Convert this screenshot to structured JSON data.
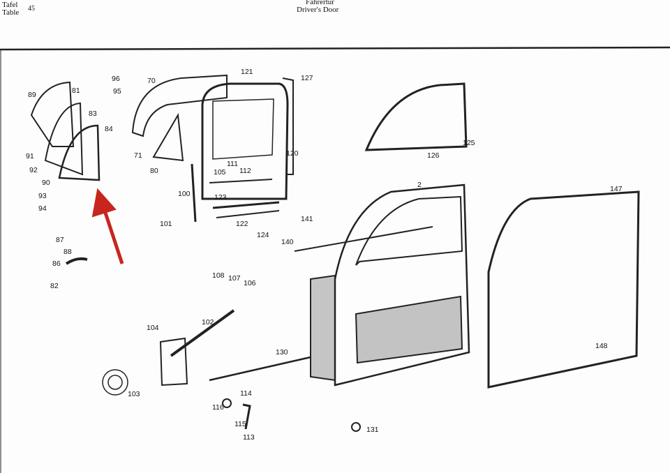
{
  "header": {
    "tafel": "Tafel",
    "table": "Table",
    "number": "45",
    "title_de": "Fahrertür",
    "title_en": "Driver's Door"
  },
  "accent_color": "#c8251f",
  "parts": [
    "89",
    "81",
    "96",
    "95",
    "83",
    "84",
    "91",
    "92",
    "90",
    "93",
    "94",
    "70",
    "121",
    "127",
    "71",
    "80",
    "111",
    "105",
    "112",
    "120",
    "100",
    "123",
    "101",
    "122",
    "124",
    "141",
    "140",
    "125",
    "126",
    "2",
    "147",
    "148",
    "87",
    "88",
    "86",
    "82",
    "108",
    "107",
    "106",
    "104",
    "102",
    "130",
    "103",
    "114",
    "116",
    "115",
    "113",
    "131"
  ]
}
